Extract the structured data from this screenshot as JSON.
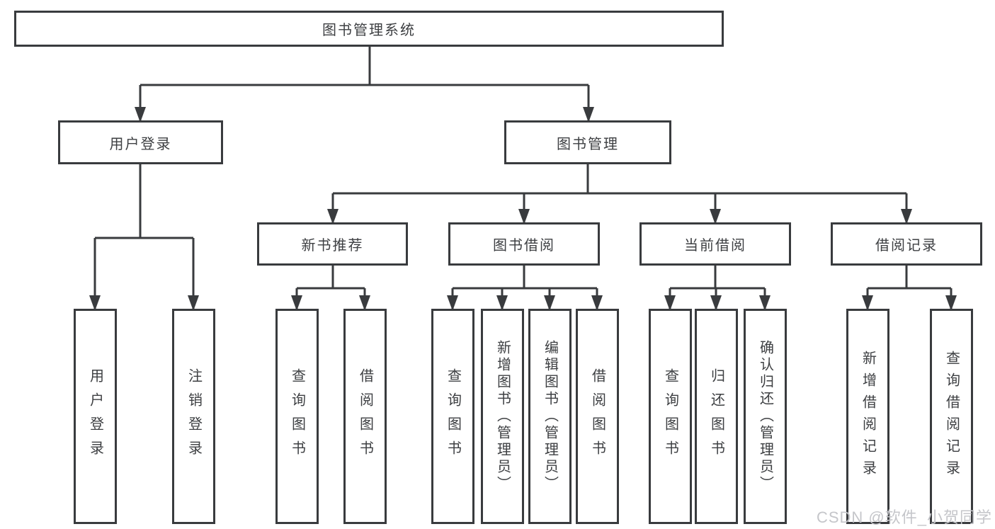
{
  "tree": {
    "label": "图书管理系统",
    "children": [
      {
        "label": "用户登录",
        "children": [
          {
            "label": "用户登录"
          },
          {
            "label": "注销登录"
          }
        ]
      },
      {
        "label": "图书管理",
        "children": [
          {
            "label": "新书推荐",
            "children": [
              {
                "label": "查询图书"
              },
              {
                "label": "借阅图书"
              }
            ]
          },
          {
            "label": "图书借阅",
            "children": [
              {
                "label": "查询图书"
              },
              {
                "label": "新增图书（管理员）"
              },
              {
                "label": "编辑图书（管理员）"
              },
              {
                "label": "借阅图书"
              }
            ]
          },
          {
            "label": "当前借阅",
            "children": [
              {
                "label": "查询图书"
              },
              {
                "label": "归还图书"
              },
              {
                "label": "确认归还（管理员）"
              }
            ]
          },
          {
            "label": "借阅记录",
            "children": [
              {
                "label": "新增借阅记录"
              },
              {
                "label": "查询借阅记录"
              }
            ]
          }
        ]
      }
    ]
  },
  "watermark": {
    "text": "CSDN @软件_小贺同学"
  },
  "colors": {
    "line": "#393b3e",
    "text": "#3d3f42",
    "box_background": "#ffffff",
    "page_background": "#ffffff",
    "watermark": "#c5c6ca"
  }
}
